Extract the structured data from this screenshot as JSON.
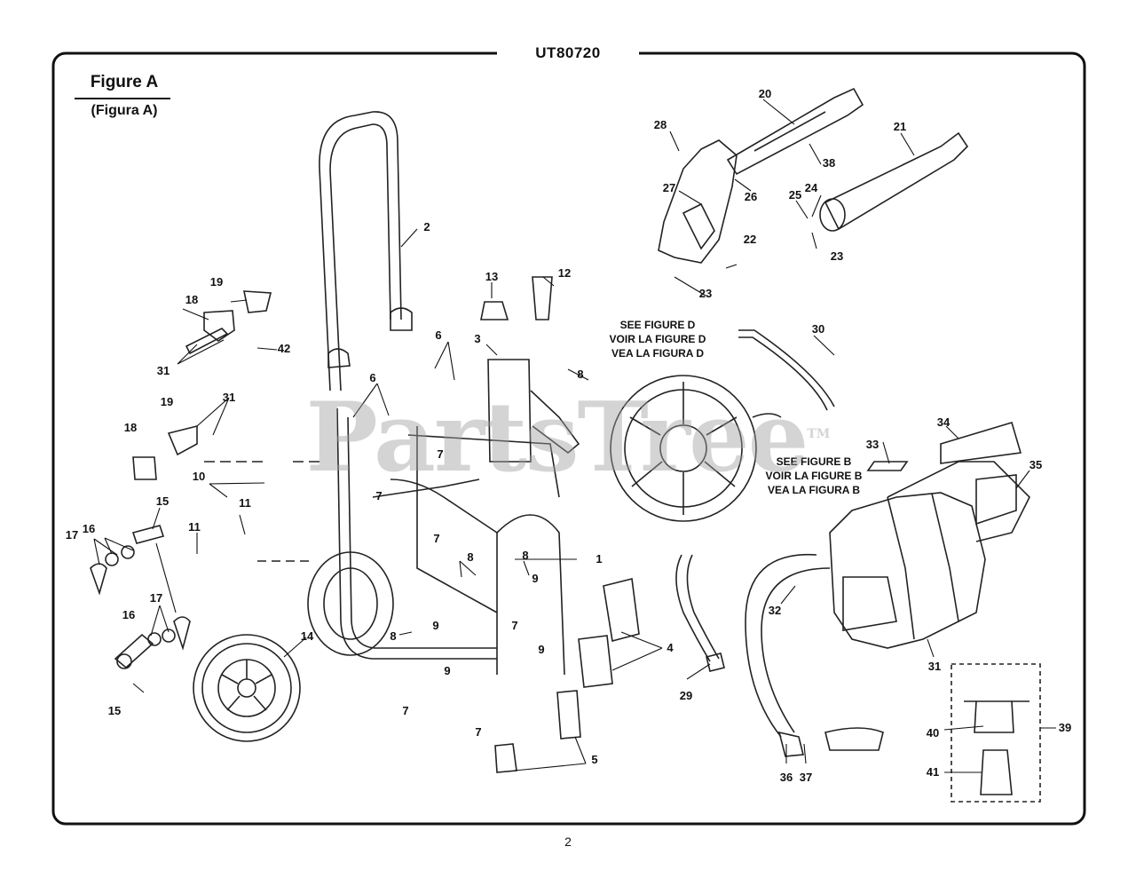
{
  "document": {
    "model_number": "UT80720",
    "figure_title": "Figure A",
    "figure_subtitle": "(Figura A)",
    "page_number": "2",
    "watermark": "PartsTree",
    "watermark_mark": "TM"
  },
  "callouts": [
    {
      "id": "figure-d",
      "lines": [
        "SEE FIGURE D",
        "VOIR LA FIGURE D",
        "VEA LA FIGURA D"
      ]
    },
    {
      "id": "figure-b",
      "lines": [
        "SEE FIGURE B",
        "VOIR LA FIGURE B",
        "VEA LA FIGURA B"
      ]
    }
  ],
  "part_labels": [
    "1",
    "2",
    "3",
    "4",
    "5",
    "6",
    "6",
    "7",
    "7",
    "7",
    "7",
    "7",
    "7",
    "8",
    "8",
    "8",
    "8",
    "9",
    "9",
    "9",
    "9",
    "10",
    "11",
    "11",
    "12",
    "13",
    "14",
    "15",
    "15",
    "16",
    "16",
    "17",
    "17",
    "18",
    "18",
    "19",
    "19",
    "20",
    "21",
    "22",
    "23",
    "23",
    "24",
    "25",
    "26",
    "27",
    "28",
    "29",
    "30",
    "31",
    "31",
    "31",
    "32",
    "33",
    "34",
    "35",
    "36",
    "37",
    "38",
    "39",
    "40",
    "41",
    "42"
  ]
}
